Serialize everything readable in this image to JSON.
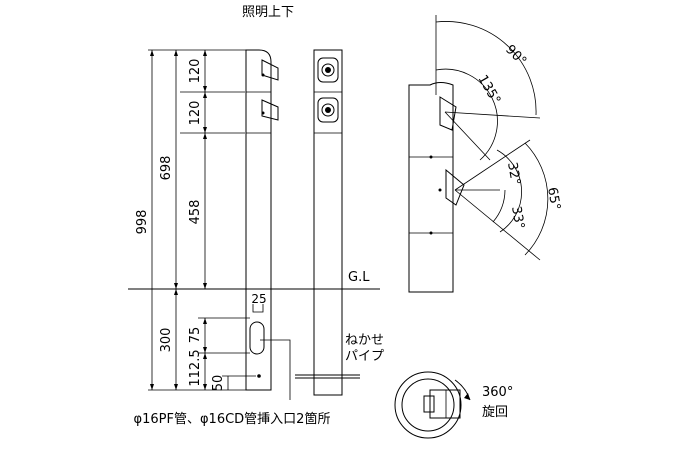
{
  "title": "照明上下",
  "ground_label": "G.L",
  "dimensions": {
    "total": "998",
    "above_ground": "698",
    "top_section": "120",
    "second_section": "120",
    "lower_section": "458",
    "below_ground": "300",
    "inlet_offset": "75",
    "inlet_height": "112.5",
    "bottom_offset": "50",
    "inlet_width": "25"
  },
  "angles": {
    "upper_wide": "90°",
    "upper_narrow": "135°",
    "lower_up": "32°",
    "lower_down": "33°",
    "lower_wide": "65°"
  },
  "pipe_label_line1": "ねかせ",
  "pipe_label_line2": "パイプ",
  "rotation_label_line1": "360°",
  "rotation_label_line2": "旋回",
  "inlet_note": "φ16PF管、φ16CD管挿入口2箇所"
}
